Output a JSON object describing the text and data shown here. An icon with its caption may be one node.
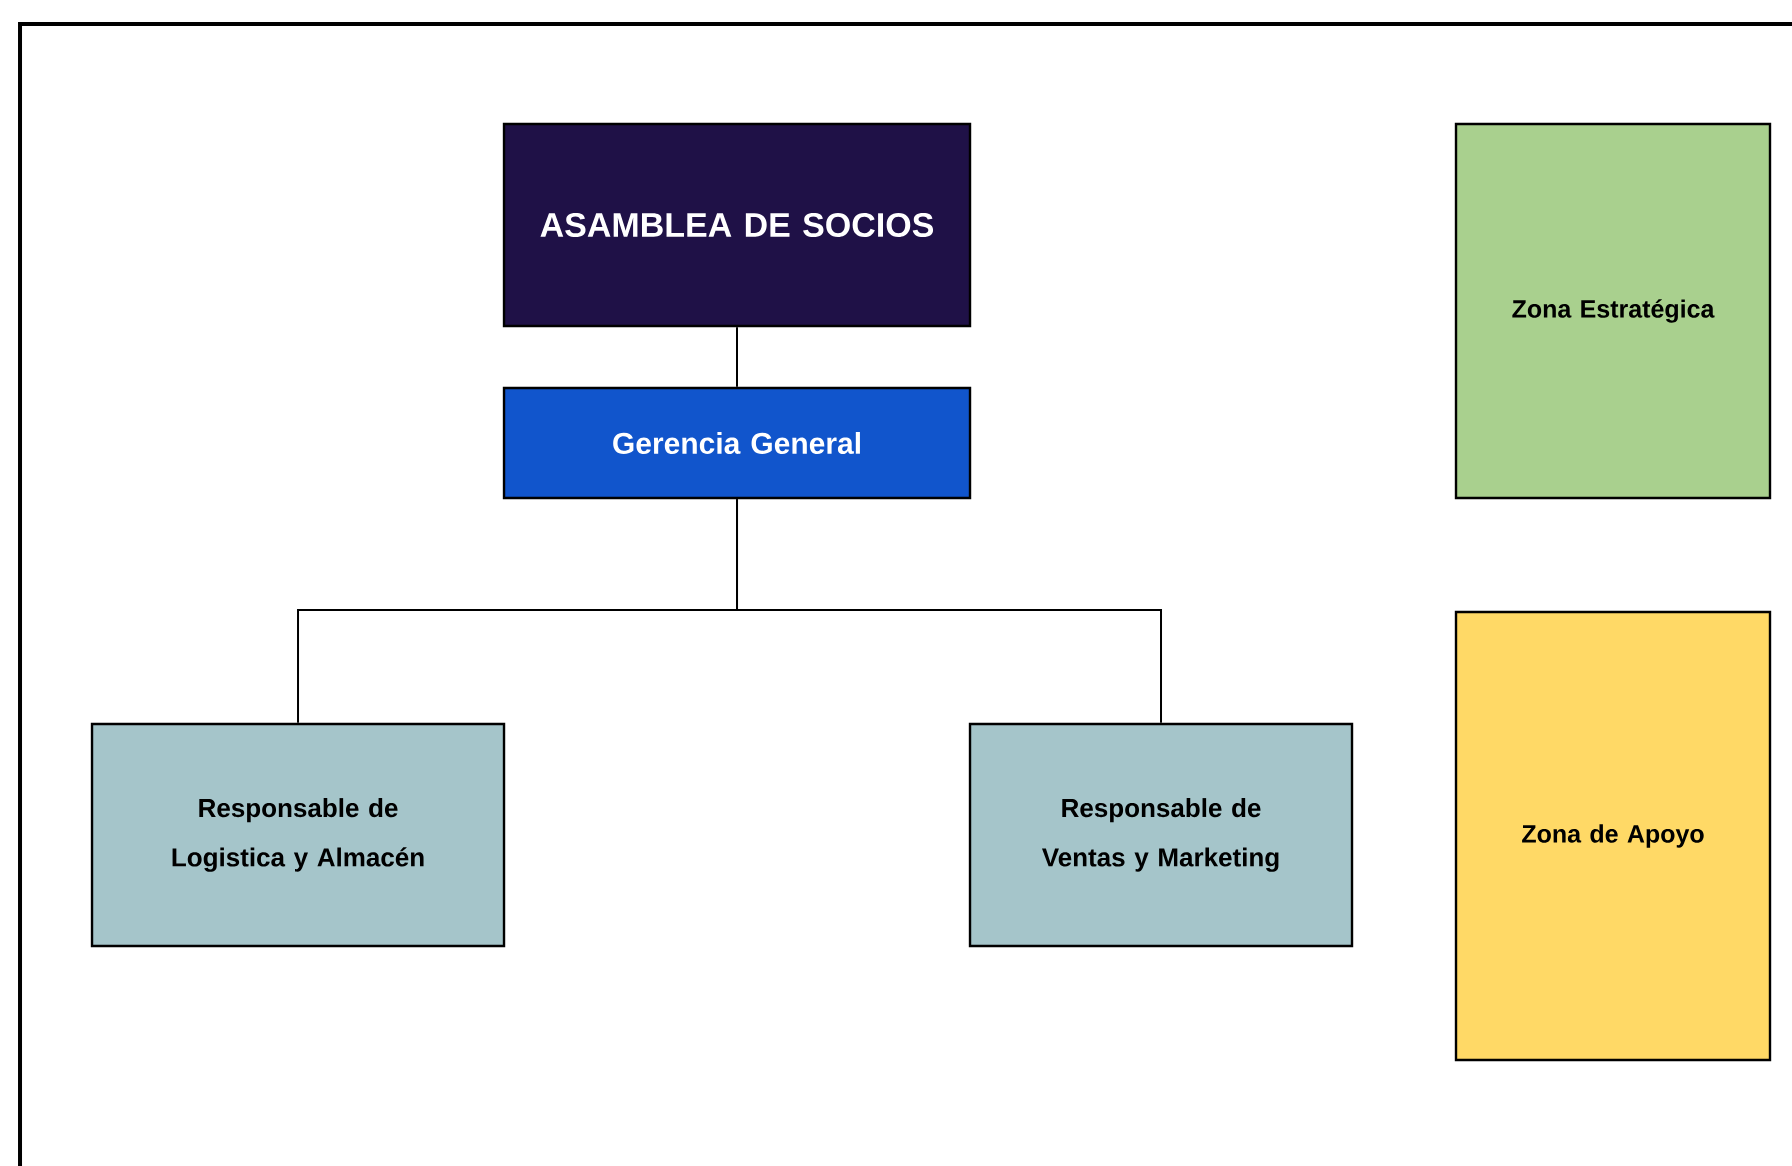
{
  "diagram": {
    "nodes": [
      {
        "text": [
          "ASAMBLEA DE SOCIOS"
        ]
      },
      {
        "text": [
          "Gerencia General"
        ]
      },
      {
        "text": [
          "Responsable de Logistica y Almacén"
        ]
      },
      {
        "text": [
          "Responsable de Ventas y Marketing"
        ]
      },
      {
        "text": [
          "Zona Estratégica"
        ]
      },
      {
        "text": [
          "Zona de Apoyo"
        ]
      }
    ],
    "edges": [
      {
        "from": 0,
        "to": 1,
        "arrow": "none"
      },
      {
        "from": 1,
        "to": 2,
        "arrow": "none"
      },
      {
        "from": 1,
        "to": 3,
        "arrow": "none"
      }
    ]
  }
}
